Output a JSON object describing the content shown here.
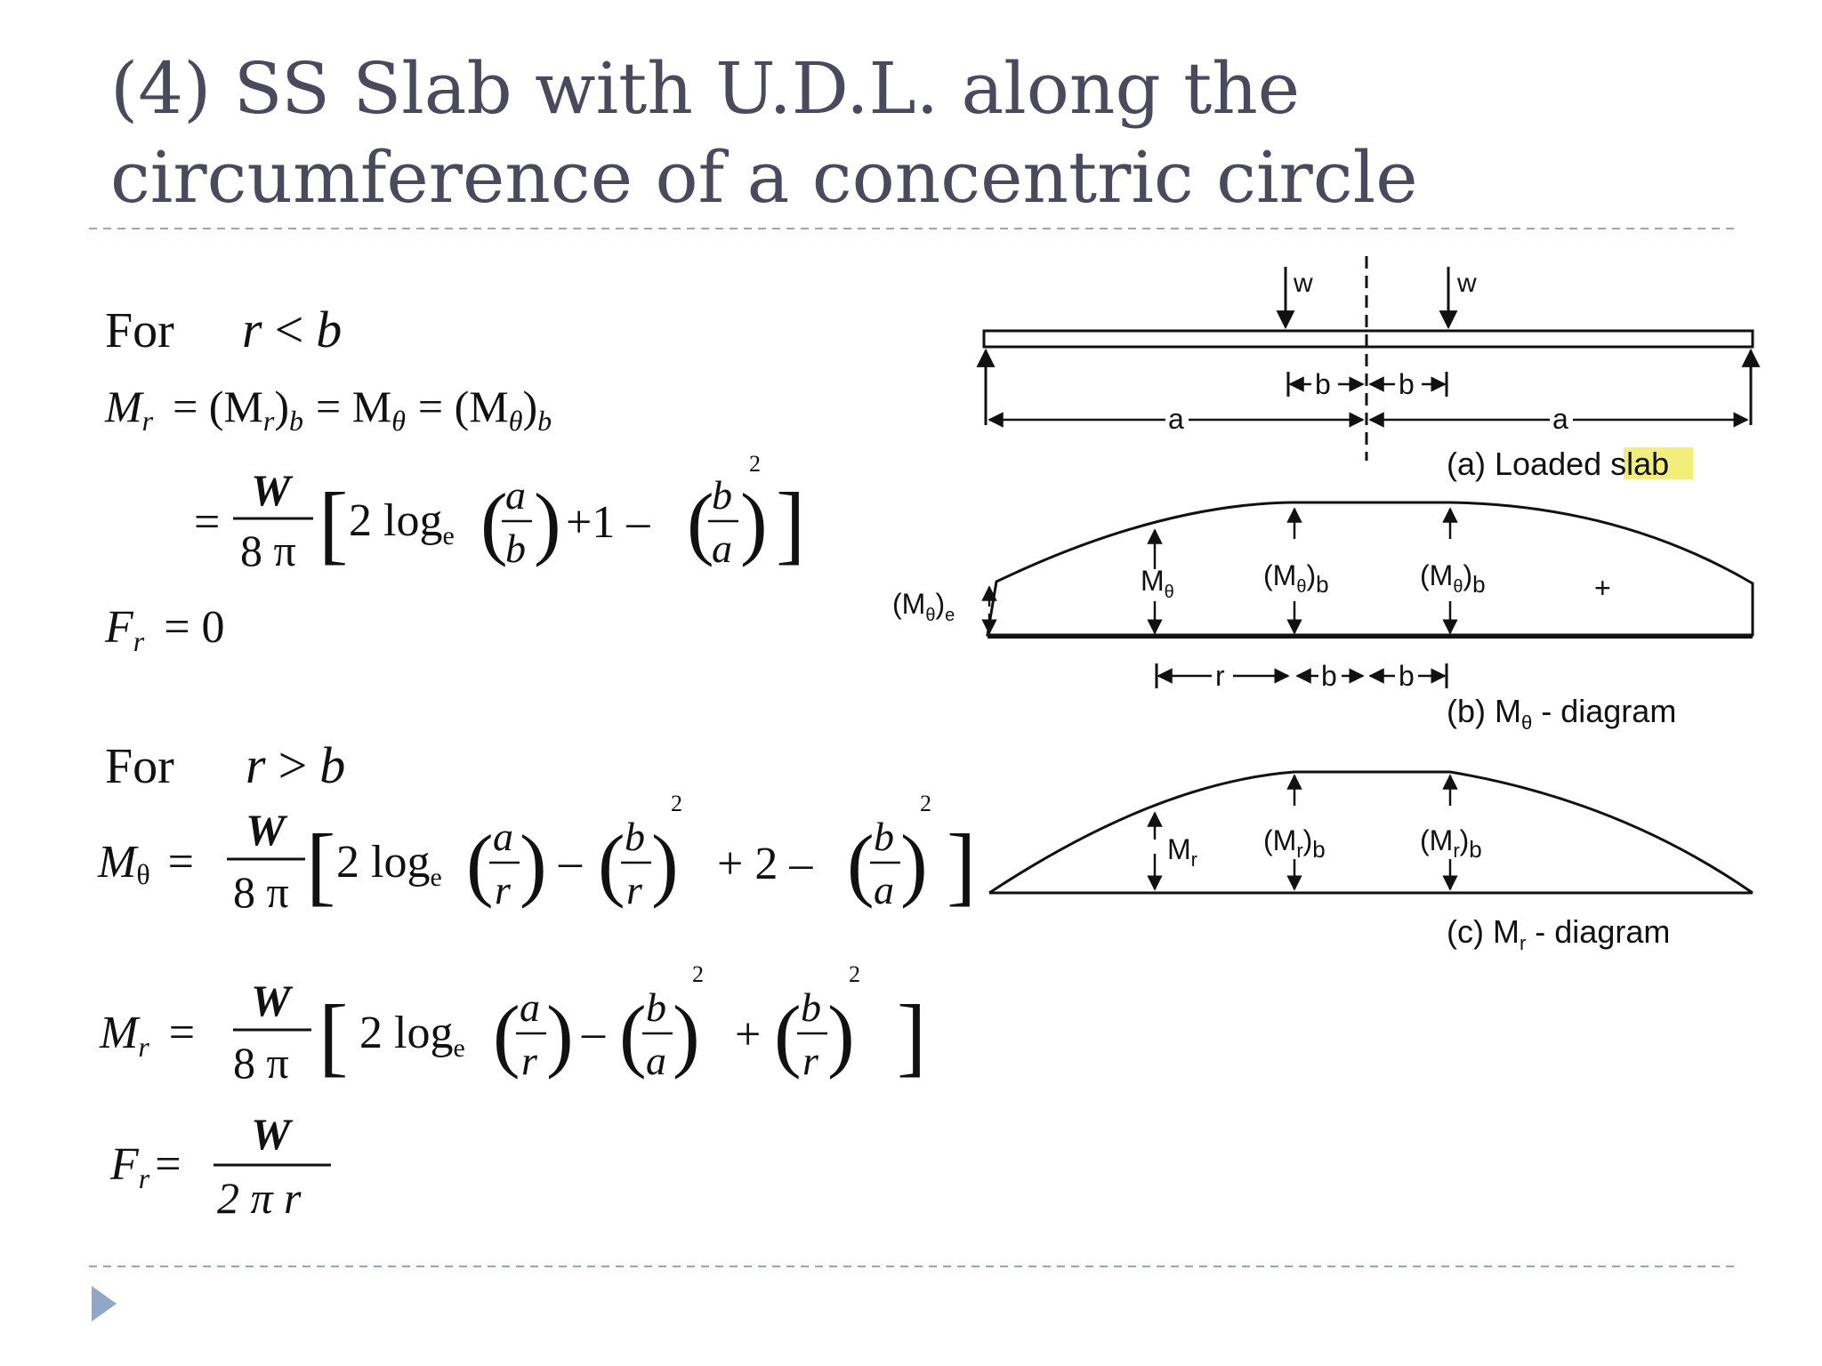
{
  "slide": {
    "title_line1": "(4) SS Slab with U.D.L. along the",
    "title_line2": "circumference of a concentric circle",
    "accent_color": "#8fa8c8",
    "text_color": "#4a4a5c",
    "highlight_color": "#f2ee7a",
    "bullet_icon": "triangle-bullet-icon"
  },
  "formulas": {
    "case1": {
      "for_label": "For",
      "condition_lhs": "r",
      "condition_op": "<",
      "condition_rhs": "b",
      "mr_lhs": "M",
      "mr_sub": "r",
      "mr_chain": "= (M",
      "mr_chain_sub": "r",
      "mr_chain2": ")",
      "mr_chain_sub_b": "b",
      "mr_chain3": "= M",
      "theta": "θ",
      "mr_chain4": "= (M",
      "mr_chain5": ")",
      "eq": "=",
      "frac_num": "W",
      "frac_den": "8 π",
      "bracket_body": "2 log",
      "log_sub": "e",
      "paren1_num": "a",
      "paren1_den": "b",
      "plus_one": "+1 –",
      "paren2_num": "b",
      "paren2_den": "a",
      "exp": "2",
      "fr_lhs": "F",
      "fr_sub": "r",
      "fr_rhs": "= 0"
    },
    "case2": {
      "for_label": "For",
      "condition_lhs": "r",
      "condition_op": ">",
      "condition_rhs": "b",
      "mt_lhs": "M",
      "theta": "θ",
      "eq": "=",
      "frac_num": "W",
      "frac_den": "8 π",
      "bracket_body": "2 log",
      "log_sub": "e",
      "p1_num": "a",
      "p1_den": "r",
      "minus": "–",
      "p2_num": "b",
      "p2_den": "r",
      "plus_two": "+ 2 –",
      "p3_num": "b",
      "p3_den": "a",
      "exp": "2",
      "mr_lhs": "M",
      "mr_sub": "r",
      "mr_frac_num": "W",
      "mr_frac_den": "8 π",
      "mr_body": "2 log",
      "mr_log_sub": "e",
      "q1_num": "a",
      "q1_den": "r",
      "q_minus": "–",
      "q2_num": "b",
      "q2_den": "a",
      "q_plus": "+",
      "q3_num": "b",
      "q3_den": "r",
      "fr_lhs": "F",
      "fr_sub": "r",
      "fr_eq": "=",
      "fr_num": "W",
      "fr_den": "2 π r"
    }
  },
  "figure": {
    "load_label": "w",
    "dim_b": "b",
    "dim_a": "a",
    "dim_r": "r",
    "caption_a_prefix": "(a) Loaded ",
    "caption_a_highlight": "slab",
    "m_theta": "M",
    "theta_sub": "θ",
    "m_theta_b_open": "(M",
    "m_theta_b_close": ")",
    "sub_b": "b",
    "m_theta_e_open": "(M",
    "m_theta_e_close": ")",
    "sub_e": "e",
    "plus_sign": "+",
    "caption_b_prefix": "(b) M",
    "caption_b_suffix": " - diagram",
    "m_r": "M",
    "r_sub": "r",
    "m_r_b_open": "(M",
    "m_r_b_close": ")",
    "caption_c_prefix": "(c) M",
    "caption_c_suffix": " - diagram"
  }
}
